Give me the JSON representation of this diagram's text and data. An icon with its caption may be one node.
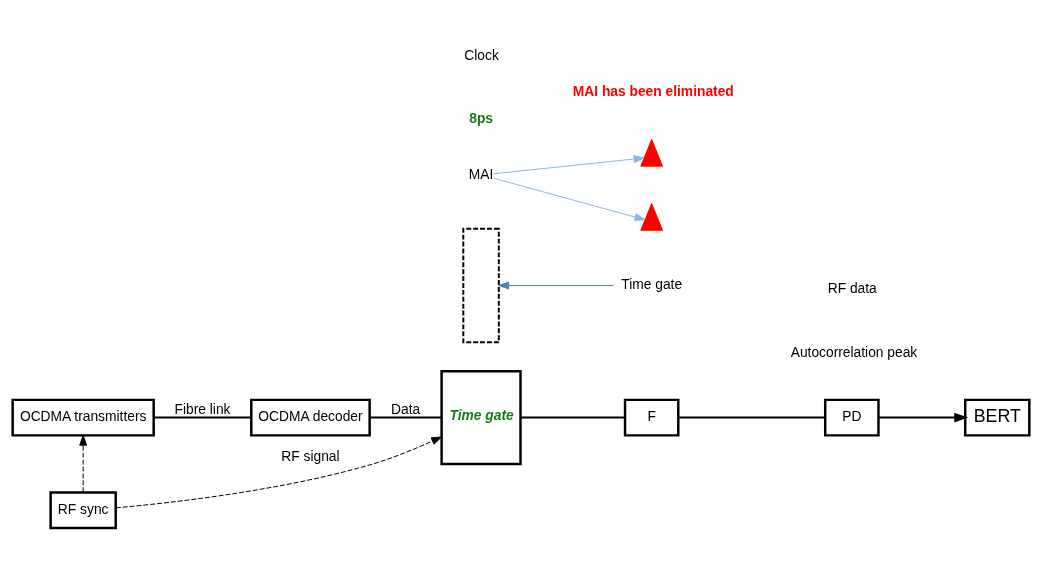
{
  "diagram": {
    "nodes": [
      {
        "text": [
          "OCDMA transmitters"
        ]
      },
      {
        "text": [
          "OCDMA decoder"
        ]
      },
      {
        "text": [
          "Time gate"
        ]
      },
      {
        "text": [
          "F"
        ]
      },
      {
        "text": [
          "PD"
        ]
      },
      {
        "text": [
          "BERT"
        ]
      },
      {
        "text": [
          "RF sync"
        ]
      },
      {
        "text": [
          "Time gate"
        ]
      },
      {
        "text": [],
        "shape": "box"
      },
      {
        "text": [
          "MAI"
        ]
      },
      {
        "text": [],
        "shape": "picture"
      },
      {
        "text": [],
        "shape": "picture"
      }
    ],
    "edges": [
      {
        "from": 0,
        "to": 1,
        "arrow": "none",
        "label": "Fibre link"
      },
      {
        "from": 1,
        "to": 2,
        "arrow": "none",
        "label": "Data"
      },
      {
        "from": 2,
        "to": 3,
        "arrow": "none"
      },
      {
        "from": 3,
        "to": 4,
        "arrow": "none"
      },
      {
        "from": 4,
        "to": 5,
        "arrow": "to"
      },
      {
        "from": 6,
        "to": 0,
        "arrow": "to",
        "style": "dashed"
      },
      {
        "from": 6,
        "to": 2,
        "arrow": "to",
        "style": "dashed",
        "label": "RF signal"
      },
      {
        "from": 7,
        "to": 8,
        "arrow": "to",
        "color": "#4f81bd"
      },
      {
        "from": 9,
        "to": 10,
        "arrow": "to",
        "color": "#8db3e2"
      },
      {
        "from": 9,
        "to": 11,
        "arrow": "to",
        "color": "#8db3e2"
      }
    ],
    "labels": [
      "8ps",
      "Autocorrelation peak",
      "RF data",
      "Clock",
      "MAI has been eliminated"
    ]
  }
}
